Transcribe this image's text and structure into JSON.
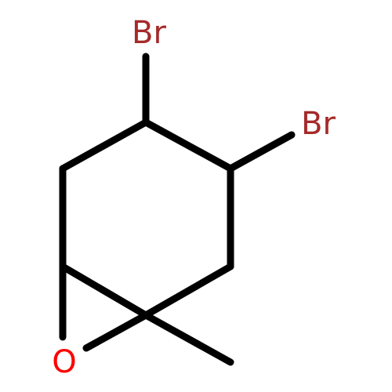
{
  "molecule": {
    "atoms": {
      "br_top": {
        "symbol": "Br",
        "color": "#a52a2a"
      },
      "br_right": {
        "symbol": "Br",
        "color": "#a52a2a"
      },
      "oxygen": {
        "symbol": "O",
        "color": "#ff0000"
      }
    }
  }
}
